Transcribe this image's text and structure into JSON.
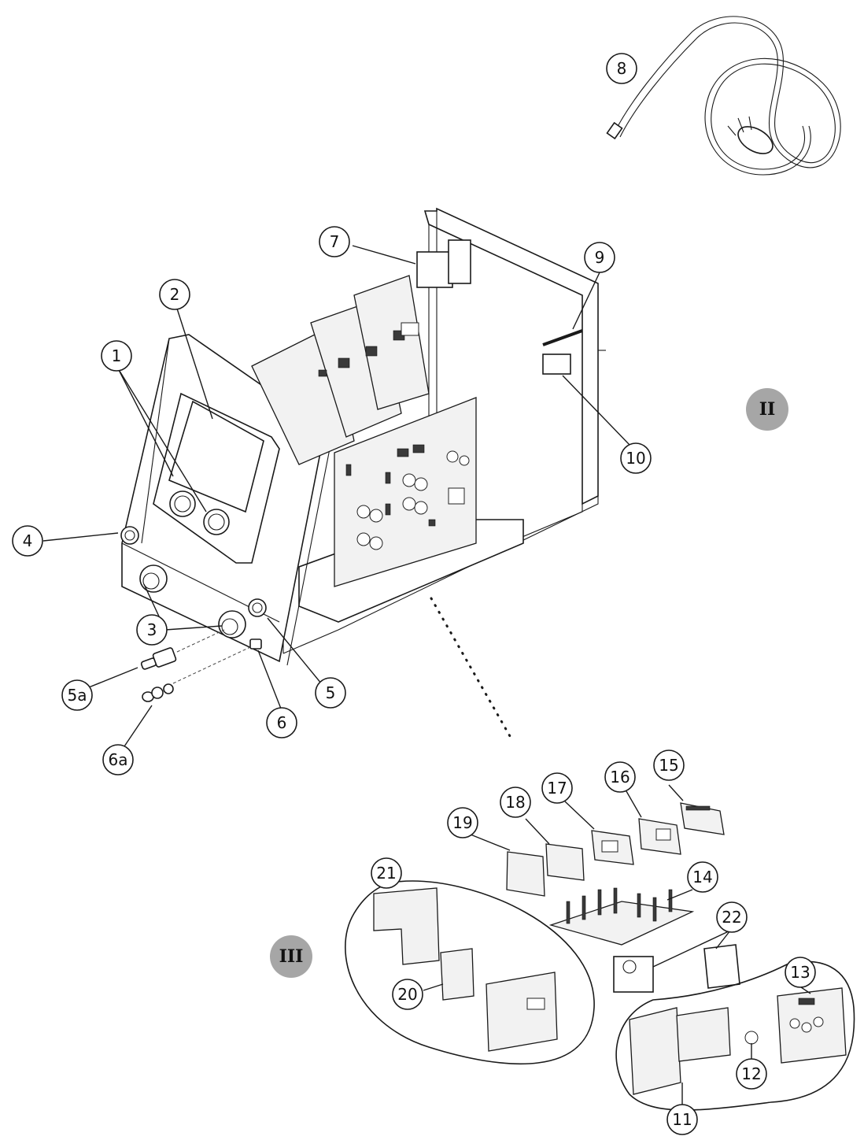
{
  "callouts": [
    {
      "id": "1",
      "label": "1"
    },
    {
      "id": "2",
      "label": "2"
    },
    {
      "id": "3",
      "label": "3"
    },
    {
      "id": "4",
      "label": "4"
    },
    {
      "id": "5",
      "label": "5"
    },
    {
      "id": "5a",
      "label": "5a"
    },
    {
      "id": "6",
      "label": "6"
    },
    {
      "id": "6a",
      "label": "6a"
    },
    {
      "id": "7",
      "label": "7"
    },
    {
      "id": "8",
      "label": "8"
    },
    {
      "id": "9",
      "label": "9"
    },
    {
      "id": "10",
      "label": "10"
    },
    {
      "id": "11",
      "label": "11"
    },
    {
      "id": "12",
      "label": "12"
    },
    {
      "id": "13",
      "label": "13"
    },
    {
      "id": "14",
      "label": "14"
    },
    {
      "id": "15",
      "label": "15"
    },
    {
      "id": "16",
      "label": "16"
    },
    {
      "id": "17",
      "label": "17"
    },
    {
      "id": "18",
      "label": "18"
    },
    {
      "id": "19",
      "label": "19"
    },
    {
      "id": "20",
      "label": "20"
    },
    {
      "id": "21",
      "label": "21"
    },
    {
      "id": "22",
      "label": "22"
    }
  ],
  "groups": {
    "group_ii": "II",
    "group_iii": "III"
  }
}
